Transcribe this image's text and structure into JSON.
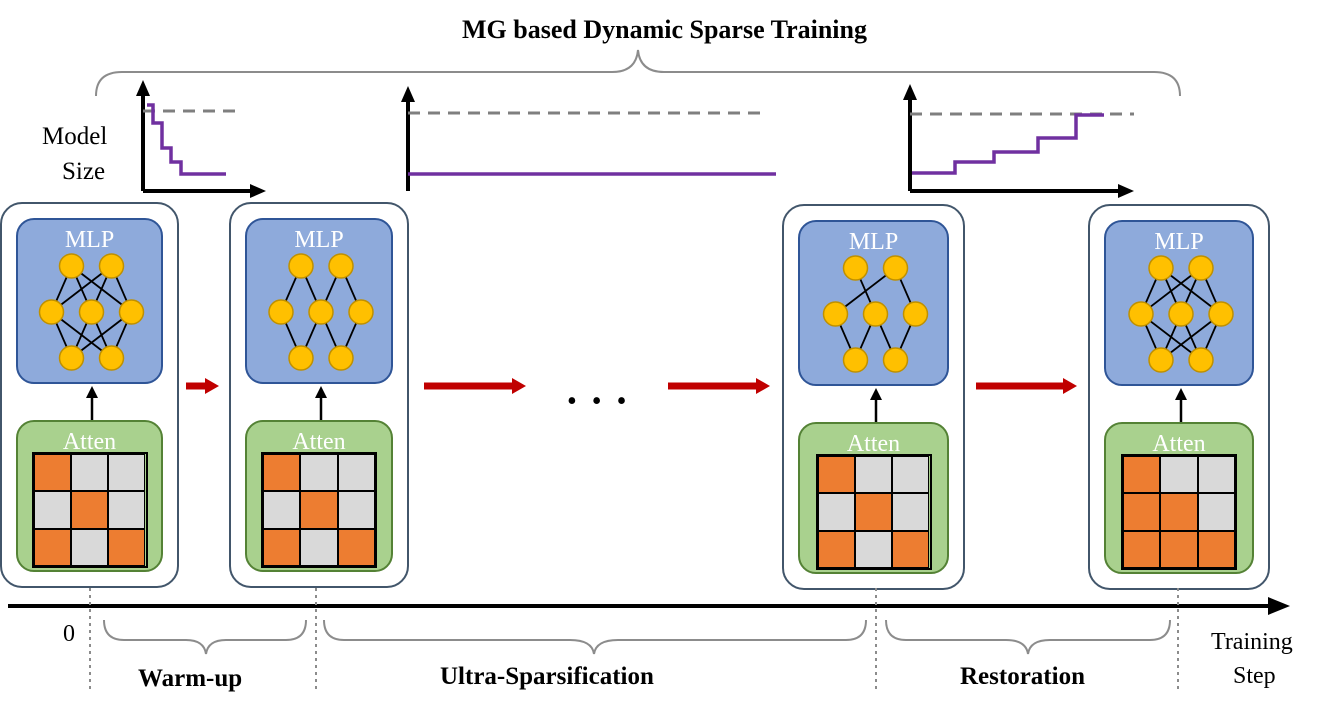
{
  "title": "MG based Dynamic Sparse Training",
  "y_label_line1": "Model",
  "y_label_line2": "Size",
  "module_labels": {
    "mlp": "MLP",
    "atten": "Atten"
  },
  "ellipsis": "• • •",
  "axis": {
    "origin": "0",
    "label_line1": "Training",
    "label_line2": "Step"
  },
  "phases": [
    "Warm-up",
    "Ultra-Sparsification",
    "Restoration"
  ],
  "colors": {
    "active_cell": "#ed7d31",
    "inactive_cell": "#d9d9d9",
    "neuron": "#ffc000",
    "curve": "#7030a0",
    "arrow": "#c00000",
    "mlp_bg": "#8eaadb",
    "atten_bg": "#a9d18e"
  },
  "blocks": [
    {
      "attention_mask": [
        [
          1,
          0,
          0
        ],
        [
          0,
          1,
          0
        ],
        [
          1,
          0,
          1
        ]
      ],
      "mlp_edges_1": [
        [
          1,
          1,
          1
        ],
        [
          1,
          1,
          1
        ]
      ],
      "mlp_edges_2": [
        [
          1,
          1
        ],
        [
          1,
          1
        ],
        [
          1,
          1
        ]
      ]
    },
    {
      "attention_mask": [
        [
          1,
          0,
          0
        ],
        [
          0,
          1,
          0
        ],
        [
          1,
          0,
          1
        ]
      ],
      "mlp_edges_1": [
        [
          1,
          1,
          0
        ],
        [
          0,
          1,
          1
        ]
      ],
      "mlp_edges_2": [
        [
          1,
          0
        ],
        [
          1,
          1
        ],
        [
          0,
          1
        ]
      ]
    },
    {
      "attention_mask": [
        [
          1,
          0,
          0
        ],
        [
          0,
          1,
          0
        ],
        [
          1,
          0,
          1
        ]
      ],
      "mlp_edges_1": [
        [
          0,
          1,
          0
        ],
        [
          1,
          0,
          1
        ]
      ],
      "mlp_edges_2": [
        [
          1,
          0
        ],
        [
          1,
          1
        ],
        [
          0,
          1
        ]
      ]
    },
    {
      "attention_mask": [
        [
          1,
          0,
          0
        ],
        [
          1,
          1,
          0
        ],
        [
          1,
          1,
          1
        ]
      ],
      "mlp_edges_1": [
        [
          1,
          1,
          1
        ],
        [
          1,
          1,
          1
        ]
      ],
      "mlp_edges_2": [
        [
          1,
          1
        ],
        [
          1,
          1
        ],
        [
          1,
          1
        ]
      ]
    }
  ],
  "size_curves": [
    {
      "trend": "decreasing",
      "steps": [
        1.0,
        0.72,
        0.5,
        0.32,
        0.2,
        0.1
      ]
    },
    {
      "trend": "constant",
      "steps": [
        0.1
      ]
    },
    {
      "trend": "increasing",
      "steps": [
        0.1,
        0.22,
        0.34,
        0.5,
        0.72,
        0.95
      ]
    }
  ]
}
